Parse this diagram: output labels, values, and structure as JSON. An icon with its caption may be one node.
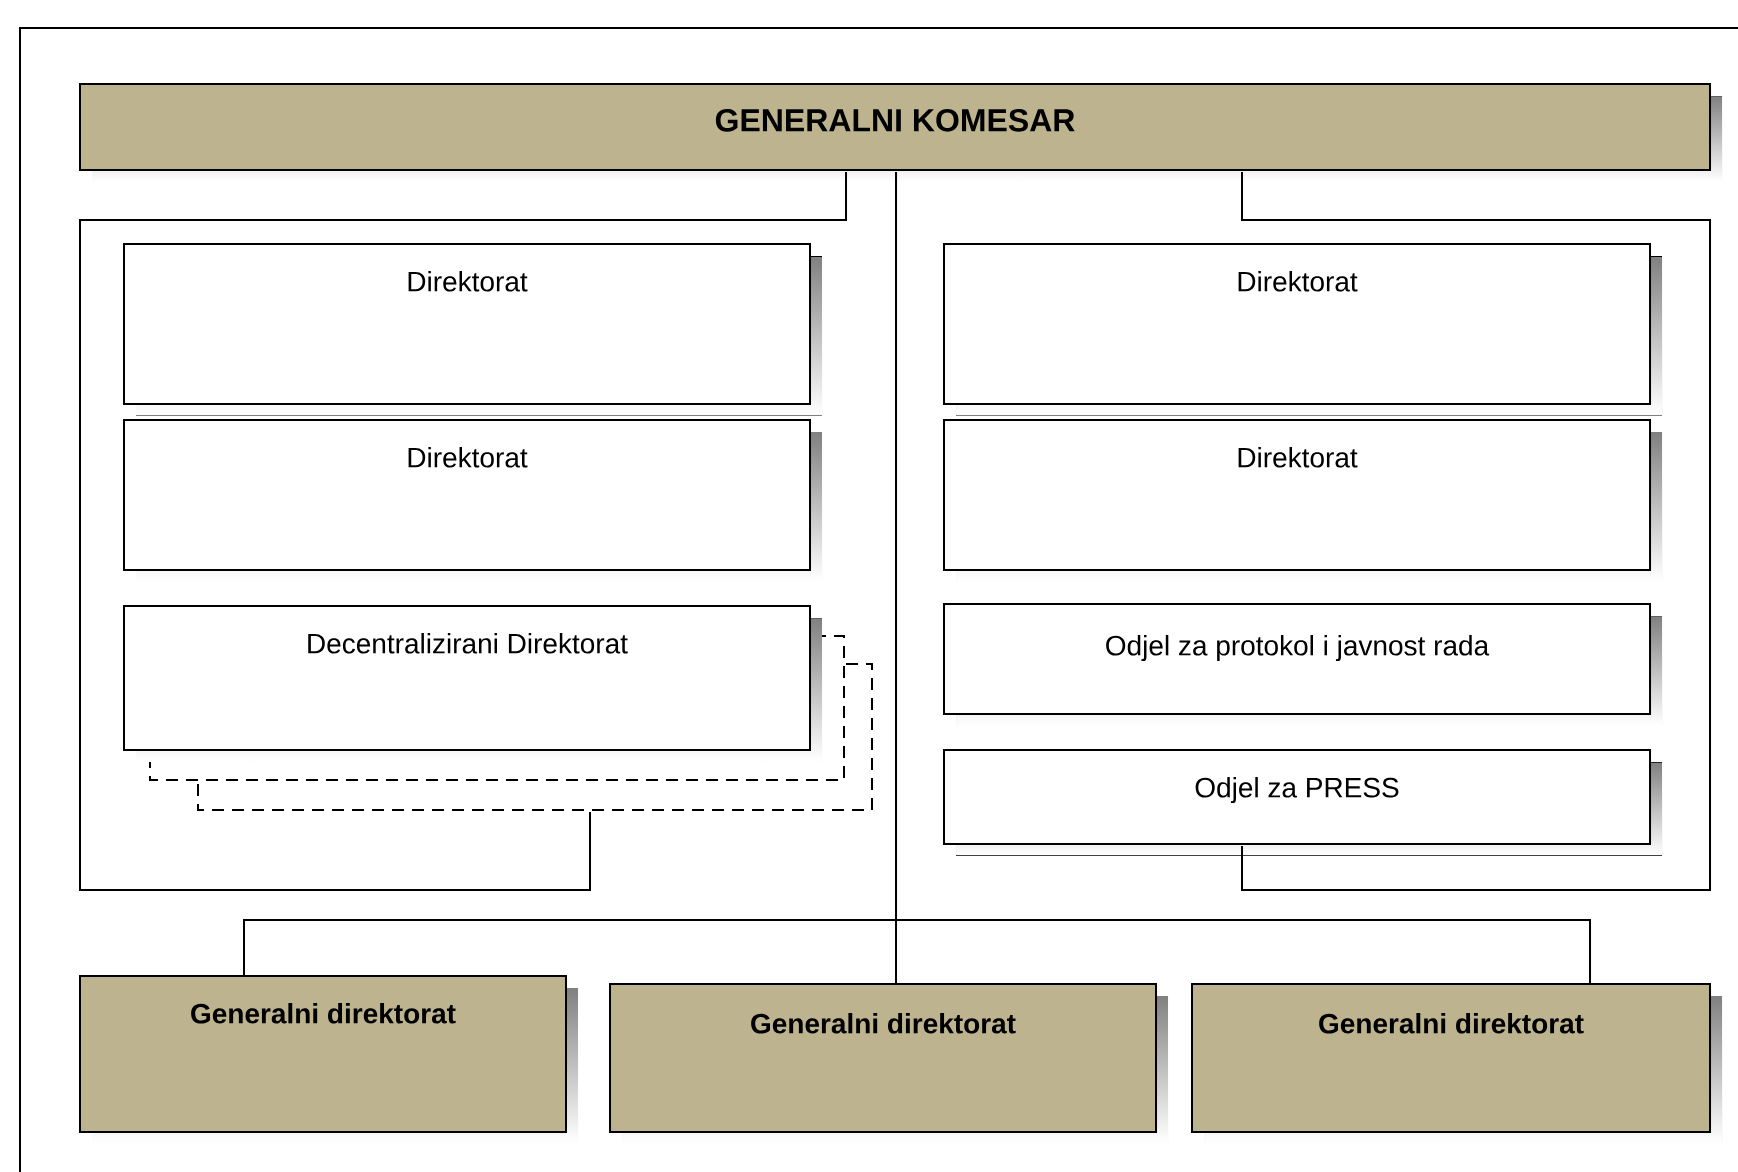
{
  "diagram": {
    "nodes": [
      {
        "text": [
          "GENERALNI KOMESAR"
        ]
      },
      {
        "text": [
          "Direktorat"
        ]
      },
      {
        "text": [
          "Direktorat"
        ]
      },
      {
        "text": [
          "Direktorat"
        ]
      },
      {
        "text": [
          "Direktorat"
        ]
      },
      {
        "text": [
          "Decentralizirani Direktorat"
        ]
      },
      {
        "text": [
          "Odjel za protokol i javnost rada"
        ]
      },
      {
        "text": [
          "Odjel za PRESS"
        ]
      },
      {
        "text": [
          "Generalni direktorat"
        ]
      },
      {
        "text": [
          "Generalni direktorat"
        ]
      },
      {
        "text": [
          "Generalni direktorat"
        ]
      }
    ],
    "edges": [
      {
        "from": 0,
        "to": 5,
        "arrow": "none"
      },
      {
        "from": 0,
        "to": 7,
        "arrow": "none"
      },
      {
        "from": 0,
        "to": 8,
        "arrow": "none"
      },
      {
        "from": 0,
        "to": 9,
        "arrow": "none"
      },
      {
        "from": 0,
        "to": 10,
        "arrow": "none"
      }
    ]
  }
}
